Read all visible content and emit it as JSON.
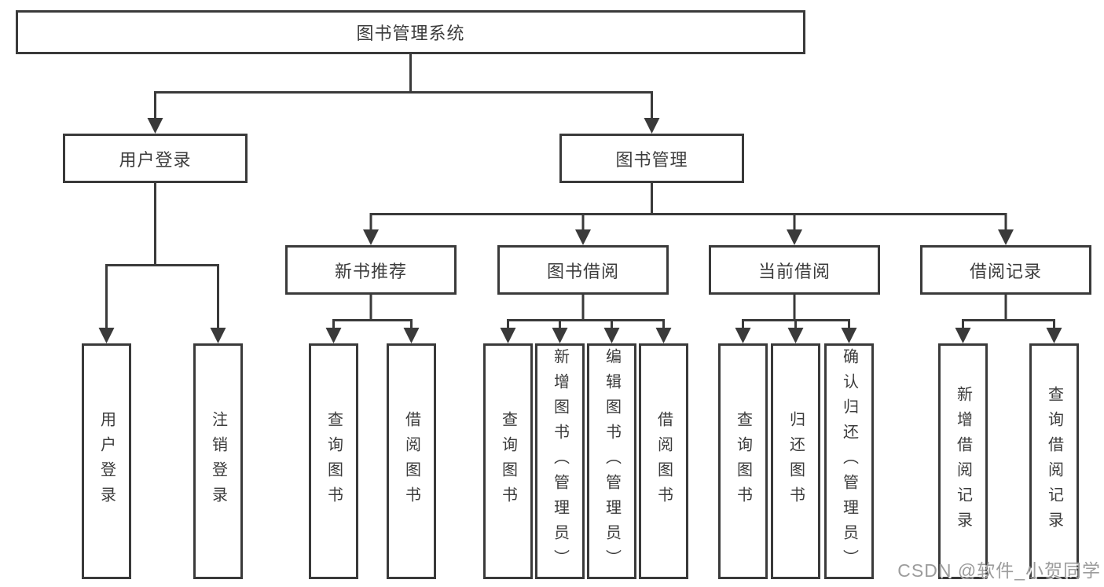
{
  "diagram": {
    "root_label": "图书管理系统",
    "level2": [
      {
        "label": "用户登录"
      },
      {
        "label": "图书管理"
      }
    ],
    "login_children": [
      "用户登录",
      "注销登录"
    ],
    "modules": [
      {
        "label": "新书推荐",
        "children": [
          "查询图书",
          "借阅图书"
        ]
      },
      {
        "label": "图书借阅",
        "children": [
          "查询图书",
          "新增图书（管理员）",
          "编辑图书（管理员）",
          "借阅图书"
        ]
      },
      {
        "label": "当前借阅",
        "children": [
          "查询图书",
          "归还图书",
          "确认归还（管理员）"
        ]
      },
      {
        "label": "借阅记录",
        "children": [
          "新增借阅记录",
          "查询借阅记录"
        ]
      }
    ]
  },
  "watermark": {
    "text": "CSDN @软件_小贺同学"
  },
  "colors": {
    "line": "#3a3a3a",
    "text": "#3c3c3c",
    "background": "#ffffff",
    "watermark": "#9c9c9c"
  }
}
